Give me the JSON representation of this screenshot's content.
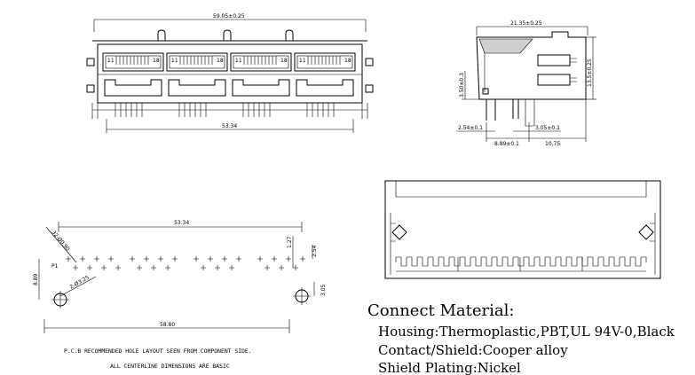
{
  "front_view": {
    "width_label": "59.05±0.25",
    "pitch_label": "53.34",
    "ports": [
      {
        "left": "11",
        "right": "18"
      },
      {
        "left": "11",
        "right": "18"
      },
      {
        "left": "11",
        "right": "18"
      },
      {
        "left": "11",
        "right": "18"
      }
    ]
  },
  "side_view": {
    "top_label": "21.35±0.25",
    "height_label": "13.5±0.25",
    "pin_height_label": "3.50±0.3",
    "left_offset_label": "2.54±0.1",
    "pin_spacing_label": "3.05±0.1",
    "depth_label": "8.89±0.1",
    "rear_label": "10.75"
  },
  "pcb_layout": {
    "pitch_label": "53.34",
    "span_label": "58.80",
    "row_pitch_label": "1.27",
    "col_pitch_label": "2.54",
    "hole_spec_1": "32-Ø0.90",
    "hole_spec_2": "2-Ø3.25",
    "offset_label": "8.89",
    "mount_offset_label": "3.05",
    "pin_one_label": "P1",
    "note_line1": "P.C.B RECOMMENDED HOLE LAYOUT SEEN FROM COMPONENT SIDE.",
    "note_line2": "ALL CENTERLINE DIMENSIONS ARE BASIC"
  },
  "materials": {
    "heading": "Connect Material:",
    "housing": "Housing:Thermoplastic,PBT,UL 94V-0,Black",
    "contact": "Contact/Shield:Cooper alloy",
    "plating": "Shield Plating:Nickel"
  }
}
